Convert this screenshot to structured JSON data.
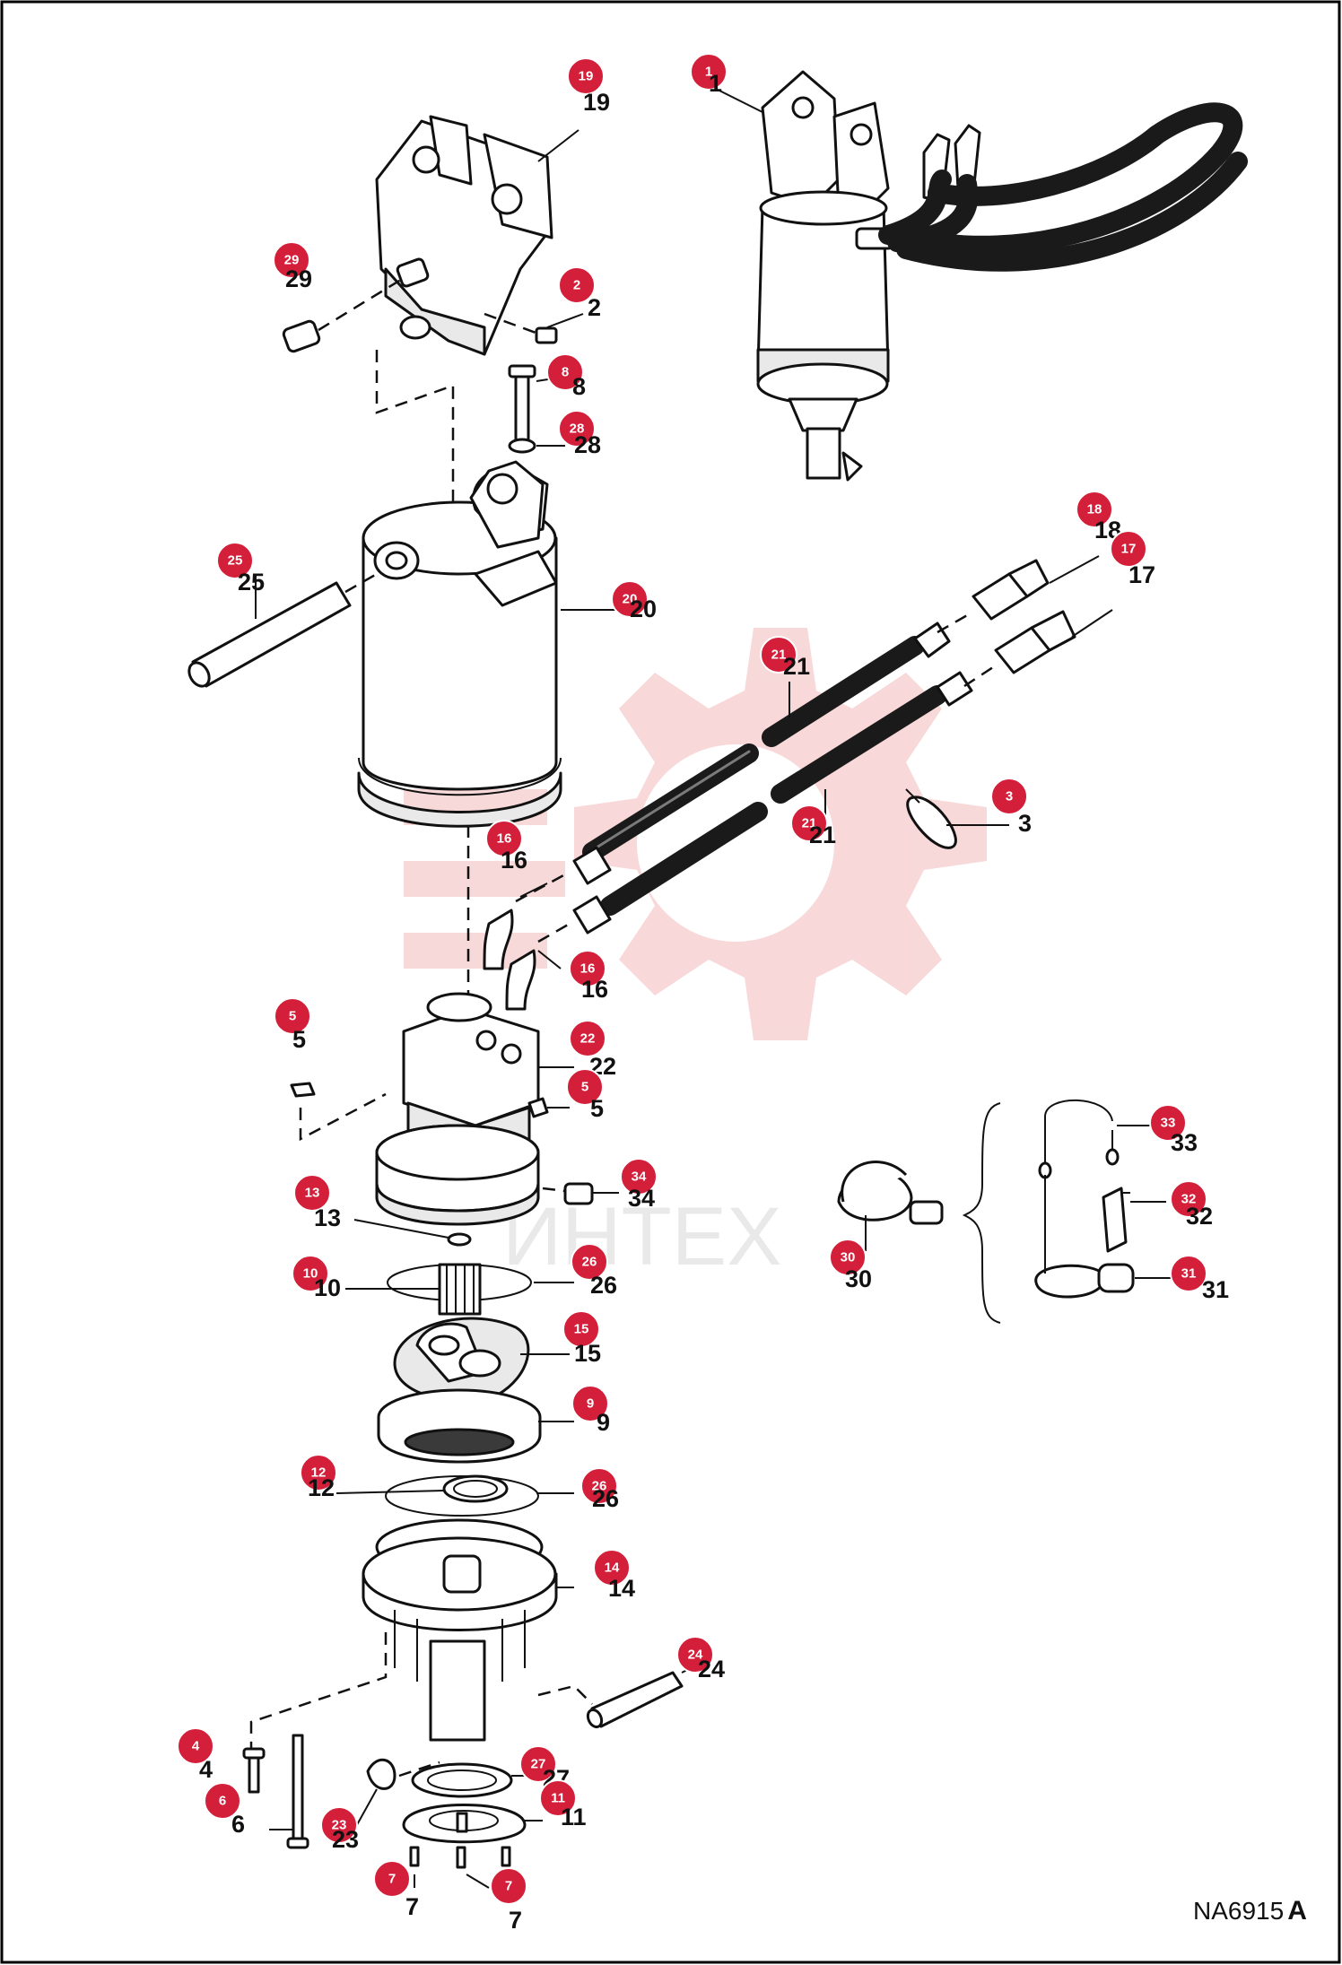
{
  "document": {
    "reference_code": "NA6915",
    "revision": "A"
  },
  "watermark": {
    "text": "ИНТЕХ",
    "color": "#f3b9b9"
  },
  "colors": {
    "callout_fill": "#d41f3a",
    "callout_text": "#ffffff",
    "line": "#111111"
  },
  "callouts": [
    {
      "id": "c1",
      "number": "1",
      "label": "1"
    },
    {
      "id": "c19",
      "number": "19",
      "label": "19"
    },
    {
      "id": "c29",
      "number": "29",
      "label": "29"
    },
    {
      "id": "c2",
      "number": "2",
      "label": "2"
    },
    {
      "id": "c8",
      "number": "8",
      "label": "8"
    },
    {
      "id": "c28",
      "number": "28",
      "label": "28"
    },
    {
      "id": "c25",
      "number": "25",
      "label": "25"
    },
    {
      "id": "c20",
      "number": "20",
      "label": "20"
    },
    {
      "id": "c18",
      "number": "18",
      "label": "18"
    },
    {
      "id": "c17",
      "number": "17",
      "label": "17"
    },
    {
      "id": "c21a",
      "number": "21",
      "label": "21"
    },
    {
      "id": "c21b",
      "number": "21",
      "label": "21"
    },
    {
      "id": "c3",
      "number": "3",
      "label": "3"
    },
    {
      "id": "c16a",
      "number": "16",
      "label": "16"
    },
    {
      "id": "c16b",
      "number": "16",
      "label": "16"
    },
    {
      "id": "c5a",
      "number": "5",
      "label": "5"
    },
    {
      "id": "c22",
      "number": "22",
      "label": "22"
    },
    {
      "id": "c5b",
      "number": "5",
      "label": "5"
    },
    {
      "id": "c34",
      "number": "34",
      "label": "34"
    },
    {
      "id": "c13",
      "number": "13",
      "label": "13"
    },
    {
      "id": "c26a",
      "number": "26",
      "label": "26"
    },
    {
      "id": "c10",
      "number": "10",
      "label": "10"
    },
    {
      "id": "c15",
      "number": "15",
      "label": "15"
    },
    {
      "id": "c9",
      "number": "9",
      "label": "9"
    },
    {
      "id": "c12",
      "number": "12",
      "label": "12"
    },
    {
      "id": "c26b",
      "number": "26",
      "label": "26"
    },
    {
      "id": "c14",
      "number": "14",
      "label": "14"
    },
    {
      "id": "c24",
      "number": "24",
      "label": "24"
    },
    {
      "id": "c4",
      "number": "4",
      "label": "4"
    },
    {
      "id": "c6",
      "number": "6",
      "label": "6"
    },
    {
      "id": "c23",
      "number": "23",
      "label": "23"
    },
    {
      "id": "c27",
      "number": "27",
      "label": "27"
    },
    {
      "id": "c11",
      "number": "11",
      "label": "11"
    },
    {
      "id": "c7a",
      "number": "7",
      "label": "7"
    },
    {
      "id": "c7b",
      "number": "7",
      "label": "7"
    },
    {
      "id": "c30",
      "number": "30",
      "label": "30"
    },
    {
      "id": "c33",
      "number": "33",
      "label": "33"
    },
    {
      "id": "c32",
      "number": "32",
      "label": "32"
    },
    {
      "id": "c31",
      "number": "31",
      "label": "31"
    }
  ]
}
